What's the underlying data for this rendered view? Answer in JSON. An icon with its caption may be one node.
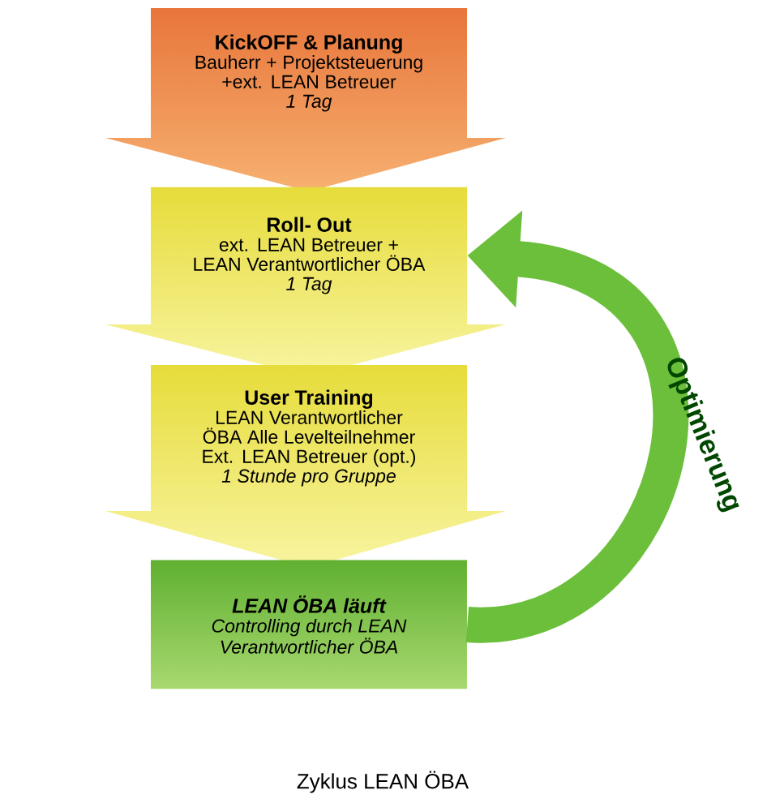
{
  "diagram": {
    "caption": "Zyklus LEAN ÖBA",
    "nodes": [
      {
        "text": [
          "KickOFF & Planung",
          "Bauherr + Projektsteuerung +ext. LEAN Betreuer",
          "1 Tag"
        ]
      },
      {
        "text": [
          "Roll- Out",
          "ext. LEAN Betreuer + LEAN Verantwortlicher ÖBA",
          "1 Tag"
        ]
      },
      {
        "text": [
          "User Training",
          "LEAN Verantwortlicher ÖBA Alle Levelteilnehmer Ext. LEAN Betreuer (opt.)",
          "1 Stunde pro Gruppe"
        ]
      },
      {
        "text": [
          "LEAN ÖBA läuft",
          "Controlling durch LEAN Verantwortlicher ÖBA"
        ]
      }
    ],
    "edges": [
      {
        "from": 3,
        "to": 1,
        "arrow": "to",
        "label": "Optimierung"
      }
    ]
  }
}
